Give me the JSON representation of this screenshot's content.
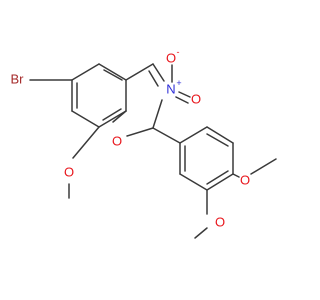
{
  "structure": {
    "atoms": {
      "br": {
        "label": "Br",
        "color": "#a52a2a"
      },
      "o_ring": {
        "label": "O",
        "color": "#e8161c"
      },
      "o_methoxy8": {
        "label": "O",
        "color": "#e8161c"
      },
      "n_nitro": {
        "label": "N",
        "color": "#2f2fd8",
        "charge": "+"
      },
      "o_nitro_a": {
        "label": "O",
        "color": "#e8161c",
        "charge": "-"
      },
      "o_nitro_b": {
        "label": "O",
        "color": "#e8161c"
      },
      "o_methoxy4p": {
        "label": "O",
        "color": "#e8161c"
      },
      "o_methoxy3p": {
        "label": "O",
        "color": "#e8161c"
      }
    },
    "bond_color": "#3a3a3a"
  }
}
